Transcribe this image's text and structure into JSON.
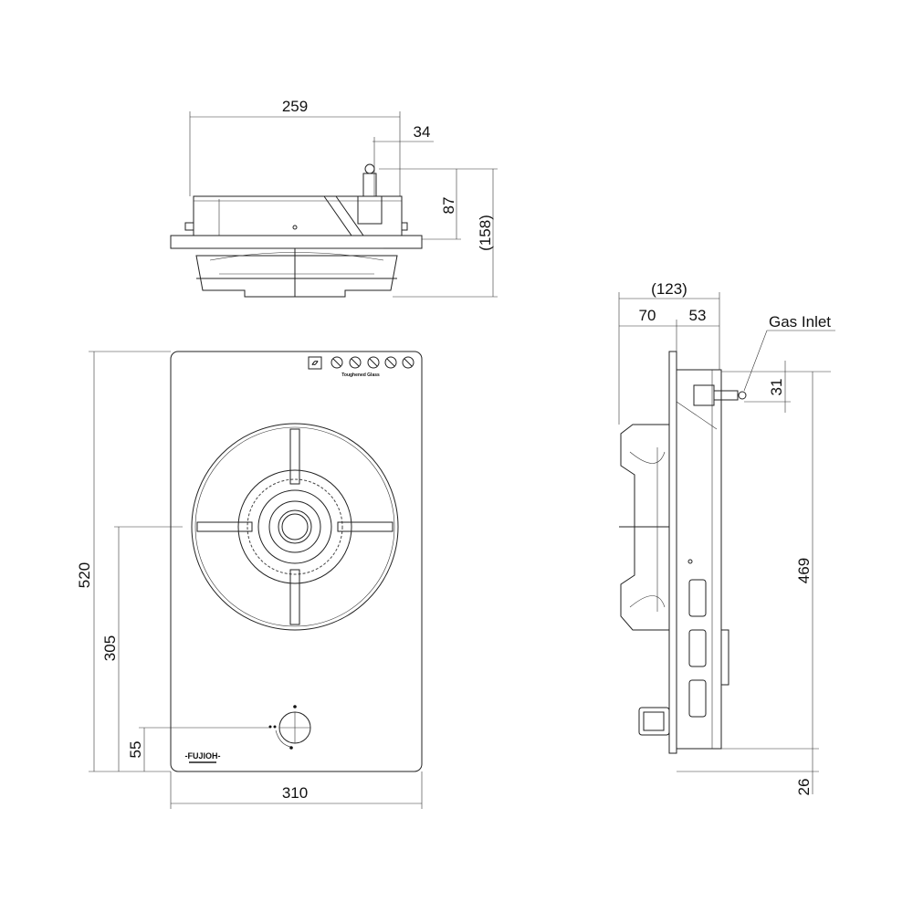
{
  "dimensions": {
    "top_width": "259",
    "top_inlet_offset": "34",
    "top_height_body": "87",
    "top_height_total": "(158)",
    "front_height": "520",
    "front_burner_height": "305",
    "front_knob_height": "55",
    "front_width": "310",
    "side_depth_total": "(123)",
    "side_depth_front": "70",
    "side_depth_back": "53",
    "side_inlet_offset": "31",
    "side_body_height": "469",
    "side_bottom": "26"
  },
  "labels": {
    "gas_inlet": "Gas Inlet",
    "glass_label": "Toughened  Glass",
    "brand_logo": "FUJIOH"
  },
  "icons": [
    "symbol-box-icon",
    "no-pan-icon",
    "no-pan-icon",
    "no-pan-icon",
    "no-pan-icon",
    "no-pan-icon"
  ]
}
